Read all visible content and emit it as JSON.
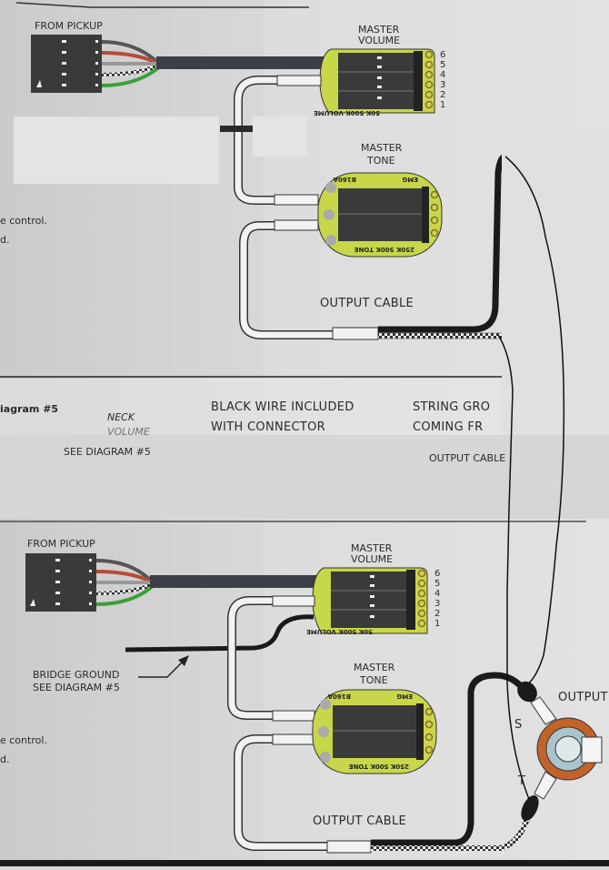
{
  "diagram_top": {
    "from_pickup_label": "FROM PICKUP",
    "volume_label_line1": "MASTER",
    "volume_label_line2": "VOLUME",
    "volume_pcb_text": "50K 500K VOLUME",
    "volume_pin_numbers": [
      "6",
      "5",
      "4",
      "3",
      "2",
      "1"
    ],
    "tone_label_line1": "MASTER",
    "tone_label_line2": "TONE",
    "tone_pcb_top_left": "B160A",
    "tone_pcb_top_right": "EMG",
    "tone_pcb_bottom": "250K 500K TONE",
    "output_cable_label": "OUTPUT CABLE",
    "side_text_line1": "e control.",
    "side_text_line2": "d."
  },
  "middle_band": {
    "diagram_ref": "iagram #5",
    "neck_label": "NECK",
    "neck_label_cut": "VOLUME",
    "black_wire_line1": "BLACK WIRE INCLUDED",
    "black_wire_line2": "WITH CONNECTOR",
    "string_ground_line1": "STRING GRO",
    "string_ground_line2": "COMING FR",
    "see_diagram": "SEE DIAGRAM #5",
    "output_cable_label": "OUTPUT CABLE"
  },
  "diagram_bottom": {
    "from_pickup_label": "FROM PICKUP",
    "volume_label_line1": "MASTER",
    "volume_label_line2": "VOLUME",
    "volume_pcb_text": "50K 500K VOLUME",
    "volume_pin_numbers": [
      "6",
      "5",
      "4",
      "3",
      "2",
      "1"
    ],
    "bridge_ground_line1": "BRIDGE GROUND",
    "bridge_ground_line2": "SEE DIAGRAM #5",
    "tone_label_line1": "MASTER",
    "tone_label_line2": "TONE",
    "tone_pcb_top_left": "B160A",
    "tone_pcb_top_right": "EMG",
    "tone_pcb_bottom": "250K 500K TONE",
    "output_cable_label": "OUTPUT CABLE",
    "output_jack_label": "OUTPUT",
    "jack_sleeve_label": "S",
    "jack_tip_label": "T",
    "side_text_line1": "e control.",
    "side_text_line2": "d."
  },
  "colors": {
    "paper": "#dedede",
    "pcb_green": "#c8d64a",
    "connector_black": "#3a3a3a",
    "wire_red": "#b84a3a",
    "wire_green": "#3aa03a",
    "jack_orange": "#c0642a",
    "jack_blue": "#a9c4cc"
  }
}
